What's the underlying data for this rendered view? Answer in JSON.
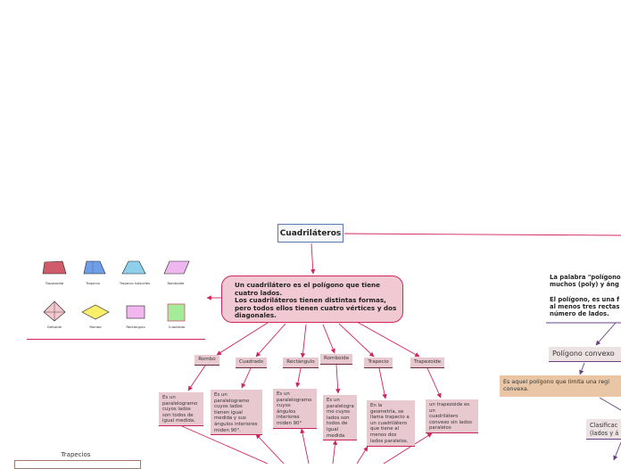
{
  "root": {
    "title": "Cuadriláteros"
  },
  "definition": {
    "lines": [
      "Un  cuadrilátero es el polígono que tiene",
      "cuatro lados.",
      "Los cuadriláteros tienen distintas  formas,",
      "pero todos ellos tienen cuatro vértices y dos",
      "diagonales."
    ]
  },
  "shapes": {
    "row1": [
      "Trapezoide",
      "Trapecio",
      "Trapecio Isósceles",
      "Romboide"
    ],
    "row2": [
      "Deltoide",
      "Rombo",
      "Rectángulo",
      "Cuadrado"
    ]
  },
  "categories": [
    {
      "label": "Rombo",
      "note": [
        "Es un",
        "paralelogramo",
        "cuyos lados",
        "son todos de",
        "igual medida."
      ]
    },
    {
      "label": "Cuadrado",
      "note": [
        "Es un",
        "paralelogramo",
        "cuyos lados",
        "tienen igual",
        "medida y sus",
        "ángulos interiores",
        "miden 90°."
      ]
    },
    {
      "label": "Rectángulo",
      "note": [
        "Es un",
        "paralelogramo",
        "cuyos",
        "ángulos",
        "interiores",
        "miden 90°"
      ]
    },
    {
      "label": "Romboide",
      "note": [
        "Es un",
        "paralelogra",
        "mo cuyos",
        "lados son",
        "todos de",
        "igual",
        "medida"
      ]
    },
    {
      "label": "Trapecio",
      "note": [
        "En la",
        "geometría, se",
        "llama trapecio a",
        "un cuadrilátero",
        "que tiene al",
        "menos dos",
        "lados paralelos."
      ]
    },
    {
      "label": "Trapezoide",
      "note": [
        "un trapezoide es",
        "un",
        "cuadrilátero",
        "convexo sin lados",
        "paralelos"
      ]
    }
  ],
  "right": {
    "intro": [
      "La palabra \"polígono",
      "muchos (poly) y áng",
      "",
      "El polígono, es una f",
      "al menos tres rectas",
      "número de lados."
    ],
    "convex_title": "Polígono convexo",
    "convex_def": [
      "Es aquel polígono que limita una regi",
      "convexa."
    ],
    "classification": [
      "Clasificac",
      "(lados y á"
    ]
  },
  "bottom": {
    "title": "Trapecios"
  },
  "colors": {
    "accent": "#d0245d",
    "card": "#e8c9cf",
    "root_border": "#5a78b8",
    "convex_fill": "#e9c6a6"
  }
}
